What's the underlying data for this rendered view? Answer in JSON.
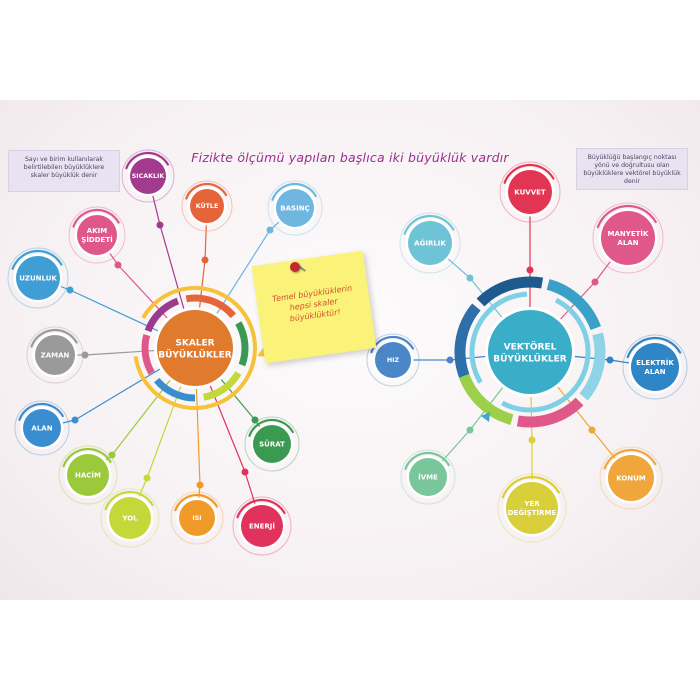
{
  "heading": "Fizikte ölçümü yapılan başlıca iki büyüklük vardır",
  "left_note": "Sayı ve birim kullanılarak belirtilebilen büyüklüklere skaler büyüklük denir",
  "right_note": "Büyüklüğü başlangıç noktası yönü ve doğrultusu olan büyüklüklere vektörel büyüklük denir",
  "sticky_note": "Temel büyüklüklerin hepsi skaler büyüklüktür!",
  "scalar": {
    "hub_label": [
      "SKALER",
      "BÜYÜKLÜKLER"
    ],
    "nodes": [
      {
        "lines": [
          "SICAKLIK"
        ],
        "color": "#a23a8e"
      },
      {
        "lines": [
          "KÜTLE"
        ],
        "color": "#e6643a"
      },
      {
        "lines": [
          "BASINÇ"
        ],
        "color": "#6fb6e0"
      },
      {
        "lines": [
          "AKIM",
          "ŞİDDETİ"
        ],
        "color": "#e0578a"
      },
      {
        "lines": [
          "UZUNLUK"
        ],
        "color": "#3f9fd4"
      },
      {
        "lines": [
          "ZAMAN"
        ],
        "color": "#9a9a9a"
      },
      {
        "lines": [
          "ALAN"
        ],
        "color": "#3a8ed0"
      },
      {
        "lines": [
          "HACİM"
        ],
        "color": "#9cc93c"
      },
      {
        "lines": [
          "YOL"
        ],
        "color": "#c5d83a"
      },
      {
        "lines": [
          "ISI"
        ],
        "color": "#f09a2a"
      },
      {
        "lines": [
          "ENERJİ"
        ],
        "color": "#e0325c"
      },
      {
        "lines": [
          "SÜRAT"
        ],
        "color": "#3a9a52"
      }
    ]
  },
  "vector": {
    "hub_label": [
      "VEKTÖREL",
      "BÜYÜKLÜKLER"
    ],
    "nodes": [
      {
        "lines": [
          "KUVVET"
        ],
        "color": "#e23553"
      },
      {
        "lines": [
          "AĞIRLIK"
        ],
        "color": "#6fc3d6"
      },
      {
        "lines": [
          "MANYETİK",
          "ALAN"
        ],
        "color": "#e0578a"
      },
      {
        "lines": [
          "HIZ"
        ],
        "color": "#4a86c8"
      },
      {
        "lines": [
          "ELEKTRİK",
          "ALAN"
        ],
        "color": "#2f86c6"
      },
      {
        "lines": [
          "İVME"
        ],
        "color": "#78c69a"
      },
      {
        "lines": [
          "YER",
          "DEĞİŞTİRME"
        ],
        "color": "#d9cf3a"
      },
      {
        "lines": [
          "KONUM"
        ],
        "color": "#f0a63a"
      }
    ]
  }
}
